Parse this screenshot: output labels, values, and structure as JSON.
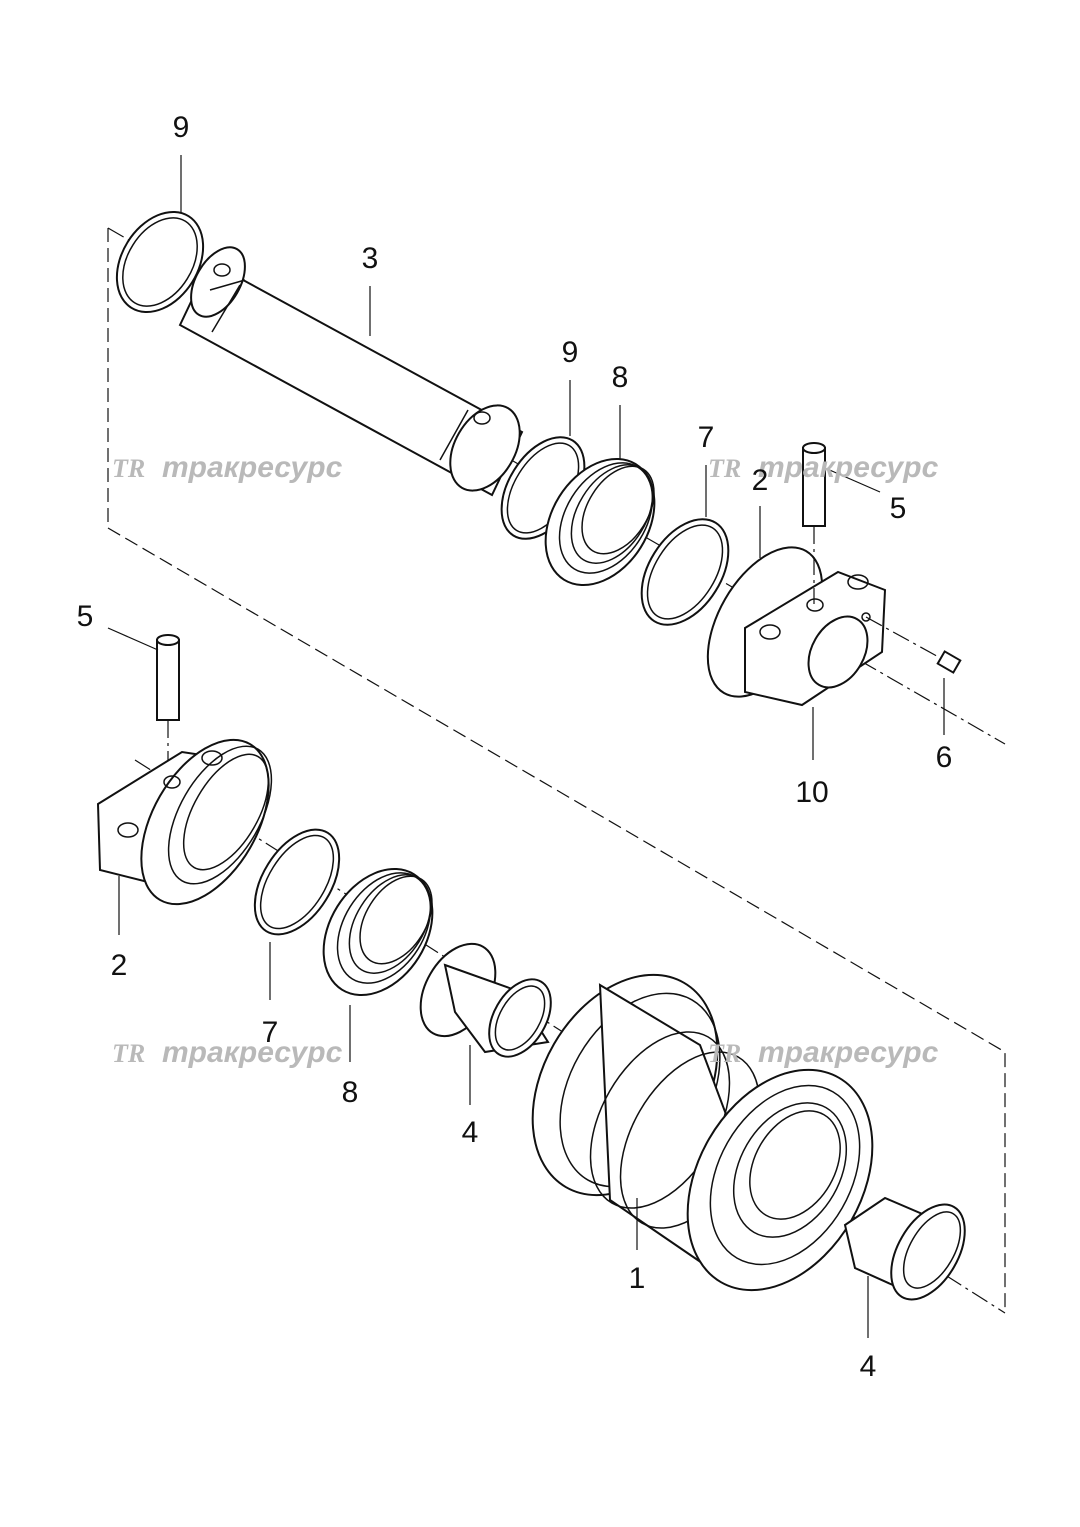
{
  "callouts": {
    "c9_top": "9",
    "c3": "3",
    "c9_mid": "9",
    "c8_top": "8",
    "c7_top": "7",
    "c2_top": "2",
    "c5_right": "5",
    "c5_left": "5",
    "c6": "6",
    "c10": "10",
    "c2_bottom": "2",
    "c7_bottom": "7",
    "c8_bottom": "8",
    "c4_left": "4",
    "c1": "1",
    "c4_right": "4"
  },
  "watermark": {
    "logo": "TR",
    "text": "тракресурс",
    "color": "#b9b9b9"
  }
}
